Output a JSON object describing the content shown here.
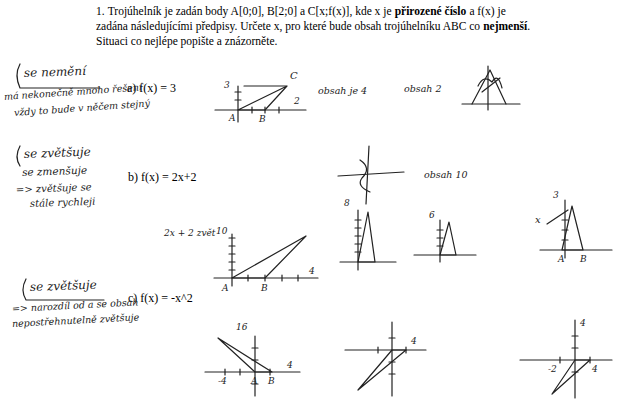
{
  "diagram": {
    "labels": [
      "1.",
      "Trojúhelník je zadán body A[0;0], B[2;0] a C[x;f(x)], kde x je",
      "přirozené číslo",
      "a f(x) je zadána následujícími předpisy. Určete x, pro které bude obsah trojúhelníku ABC co",
      "nejmenší",
      ". Situaci co nejlépe popište a znázorněte.",
      "a) f(x) = 3",
      "b) f(x) = 2x+2",
      "c) f(x) = -x^2",
      "se nemění",
      "má nekonečně mnoho řešení",
      "vždy to bude v něčem stejný",
      "se zvětšuje",
      "se zmenšuje",
      "=> zvětšuje se",
      "stále rychleji",
      "se zvětšuje",
      "=> narozdíl od a se obsah",
      "nepostřehnutelně zvětšuje",
      "3",
      "C",
      "A",
      "B",
      "2",
      "obsah je 4",
      "obsah 2",
      "obsah 10",
      "2x + 2 zvět",
      "10",
      "A",
      "B",
      "4",
      "8",
      "6",
      "x",
      "A",
      "B",
      "3",
      "16",
      "-4",
      "A",
      "B",
      "4",
      "4",
      "-2",
      "4",
      "4"
    ]
  }
}
